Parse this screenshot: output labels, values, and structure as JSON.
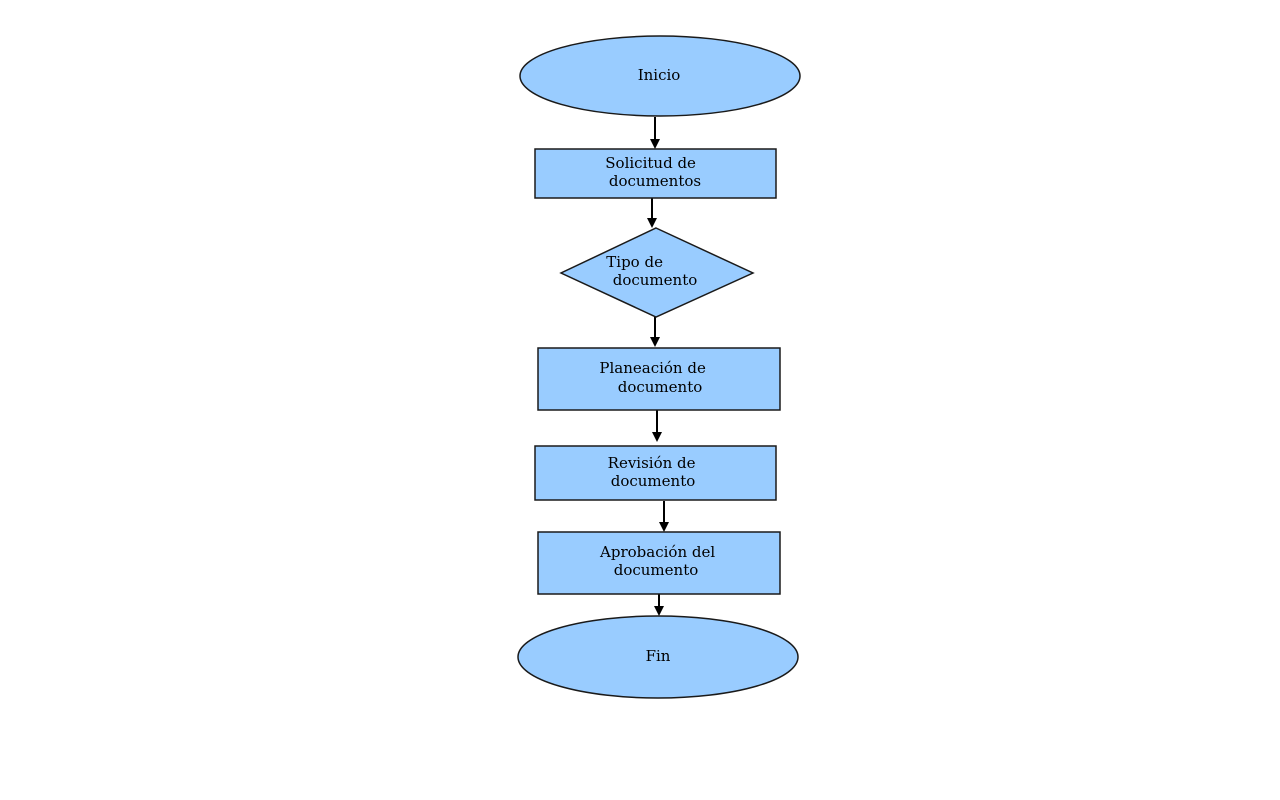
{
  "colors": {
    "node_fill": "#99ccff",
    "node_stroke": "#1a1a1a",
    "connector": "#000000"
  },
  "nodes": [
    {
      "id": "start",
      "shape": "ellipse",
      "lines": [
        "Inicio"
      ]
    },
    {
      "id": "request",
      "shape": "rectangle",
      "lines": [
        "Solicitud de",
        "documentos"
      ]
    },
    {
      "id": "type",
      "shape": "diamond",
      "lines": [
        "Tipo de",
        "documento"
      ]
    },
    {
      "id": "planning",
      "shape": "rectangle",
      "lines": [
        "Planeación de",
        "documento"
      ]
    },
    {
      "id": "review",
      "shape": "rectangle",
      "lines": [
        "Revisión de",
        "documento"
      ]
    },
    {
      "id": "approval",
      "shape": "rectangle",
      "lines": [
        "Aprobación del",
        "documento"
      ]
    },
    {
      "id": "end",
      "shape": "ellipse",
      "lines": [
        "Fin"
      ]
    }
  ],
  "edges": [
    {
      "from": "start",
      "to": "request"
    },
    {
      "from": "request",
      "to": "type"
    },
    {
      "from": "type",
      "to": "planning"
    },
    {
      "from": "planning",
      "to": "review"
    },
    {
      "from": "review",
      "to": "approval"
    },
    {
      "from": "approval",
      "to": "end"
    }
  ]
}
